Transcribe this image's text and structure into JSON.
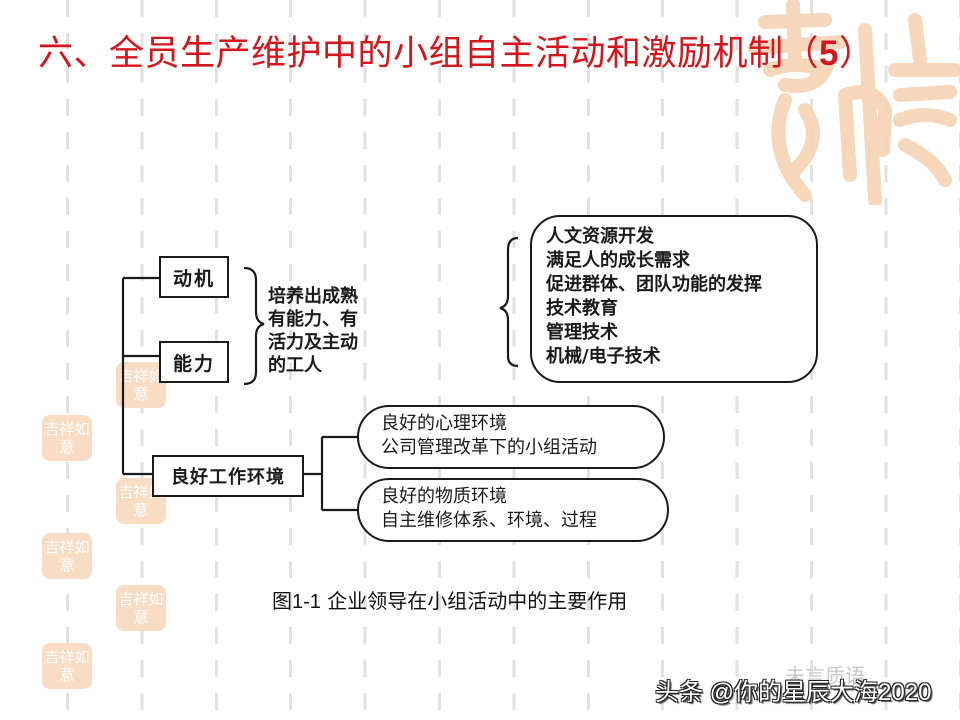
{
  "slide": {
    "title": "六、全员生产维护中的小组自主活动和激励机制（",
    "title_number": "5",
    "title_close": "）",
    "title_color": "#d4151c"
  },
  "diagram": {
    "left_boxes": [
      {
        "label": "动机"
      },
      {
        "label": "能力"
      }
    ],
    "outcome_lines": [
      "培养出成熟",
      "有能力、有",
      "活力及主动",
      "的工人"
    ],
    "top_right_box_lines": [
      "人文资源开发",
      "满足人的成长需求",
      "促进群体、团队功能的发挥",
      "技术教育",
      "管理技术",
      "机械/电子技术"
    ],
    "environment_box": {
      "label": "良好工作环境"
    },
    "environment_branches": [
      {
        "lines": [
          "良好的心理环境",
          "公司管理改革下的小组活动"
        ]
      },
      {
        "lines": [
          "良好的物质环境",
          "自主维修体系、环境、过程"
        ]
      }
    ]
  },
  "caption": {
    "figure_number": "图1-1",
    "text": " 企业领导在小组活动中的主要作用"
  },
  "watermarks": {
    "seal_text": "吉祥如意",
    "faint_text": "未言质语",
    "overlay_text": "头条 @你的星辰大海2020"
  },
  "colors": {
    "seal": "#f8dcc4",
    "grid": "#e2e2e2",
    "ink": "#1a1a1a"
  }
}
